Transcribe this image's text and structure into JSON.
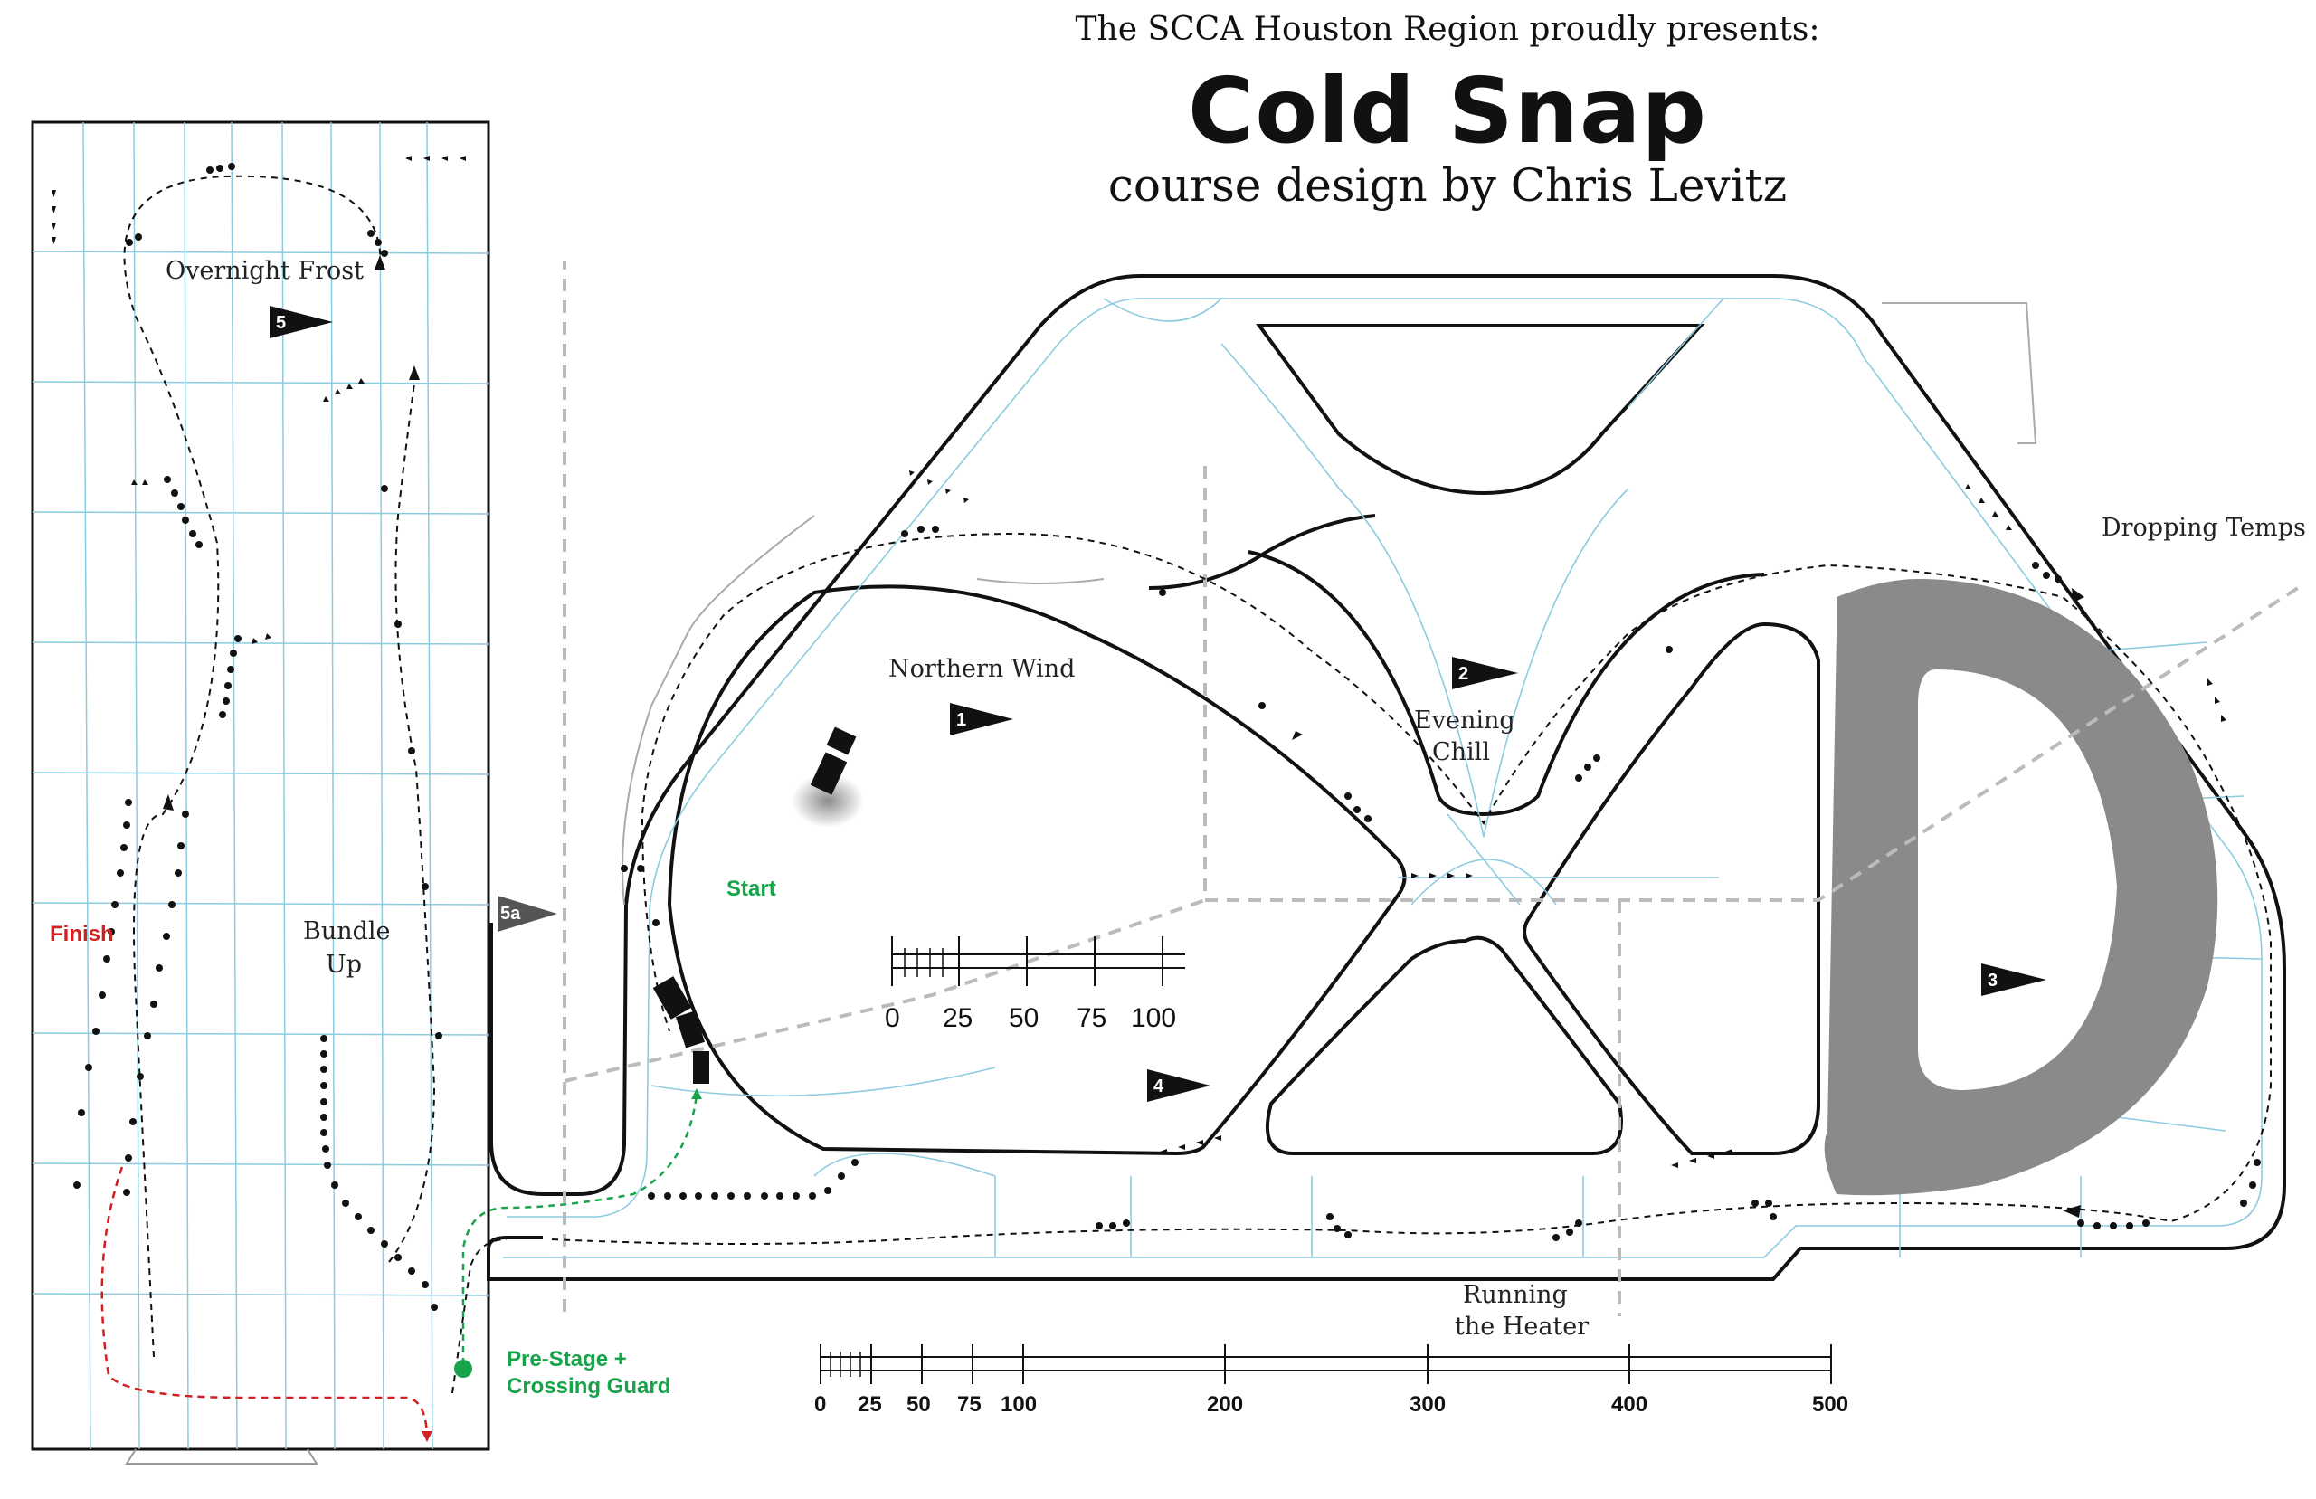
{
  "header": {
    "presenter": "The SCCA Houston Region proudly presents:",
    "title": "Cold Snap",
    "designer": "course design by Chris Levitz"
  },
  "sections": {
    "overnight_frost": "Overnight Frost",
    "northern_wind": "Northern Wind",
    "evening_chill_1": "Evening",
    "evening_chill_2": "Chill",
    "dropping_temps": "Dropping Temps",
    "bundle_up_1": "Bundle",
    "bundle_up_2": "Up",
    "running_heater_1": "Running",
    "running_heater_2": "the Heater"
  },
  "markers": {
    "start": "Start",
    "finish": "Finish",
    "prestage_1": "Pre-Stage +",
    "prestage_2": "Crossing Guard"
  },
  "flags": [
    "1",
    "2",
    "3",
    "4",
    "5",
    "5a"
  ],
  "scale_small": {
    "labels": [
      "0",
      "25",
      "50",
      "75",
      "100"
    ]
  },
  "scale_large": {
    "labels": [
      "0",
      "25",
      "50",
      "75",
      "100",
      "200",
      "300",
      "400",
      "500"
    ]
  },
  "colors": {
    "grid": "#8ccbe0",
    "pavement_edge": "#111111",
    "skidpad": "#8a8a8a",
    "finish": "#d21f1f",
    "start": "#17a34a",
    "guide_dash": "#bbbbbb"
  }
}
